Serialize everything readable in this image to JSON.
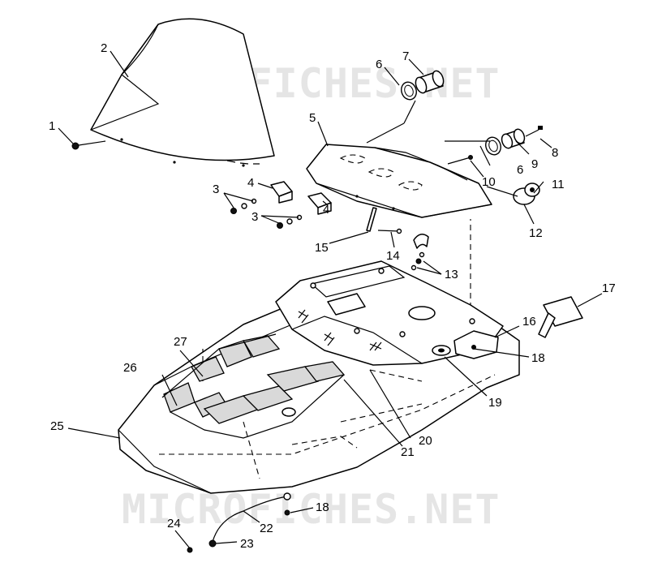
{
  "watermarks": [
    "MICROFICHES.NET",
    "MICROFICHES.NET"
  ],
  "callouts": [
    {
      "id": "c1",
      "text": "1"
    },
    {
      "id": "c2",
      "text": "2"
    },
    {
      "id": "c3a",
      "text": "3"
    },
    {
      "id": "c3b",
      "text": "3"
    },
    {
      "id": "c4a",
      "text": "4"
    },
    {
      "id": "c4b",
      "text": "4"
    },
    {
      "id": "c5",
      "text": "5"
    },
    {
      "id": "c6a",
      "text": "6"
    },
    {
      "id": "c6b",
      "text": "6"
    },
    {
      "id": "c7",
      "text": "7"
    },
    {
      "id": "c8",
      "text": "8"
    },
    {
      "id": "c9",
      "text": "9"
    },
    {
      "id": "c10",
      "text": "10"
    },
    {
      "id": "c11",
      "text": "11"
    },
    {
      "id": "c12",
      "text": "12"
    },
    {
      "id": "c13",
      "text": "13"
    },
    {
      "id": "c14",
      "text": "14"
    },
    {
      "id": "c15",
      "text": "15"
    },
    {
      "id": "c16",
      "text": "16"
    },
    {
      "id": "c17",
      "text": "17"
    },
    {
      "id": "c18a",
      "text": "18"
    },
    {
      "id": "c18b",
      "text": "18"
    },
    {
      "id": "c19",
      "text": "19"
    },
    {
      "id": "c20",
      "text": "20"
    },
    {
      "id": "c21",
      "text": "21"
    },
    {
      "id": "c22",
      "text": "22"
    },
    {
      "id": "c23",
      "text": "23"
    },
    {
      "id": "c24",
      "text": "24"
    },
    {
      "id": "c25",
      "text": "25"
    },
    {
      "id": "c26",
      "text": "26"
    },
    {
      "id": "c27",
      "text": "27"
    }
  ]
}
